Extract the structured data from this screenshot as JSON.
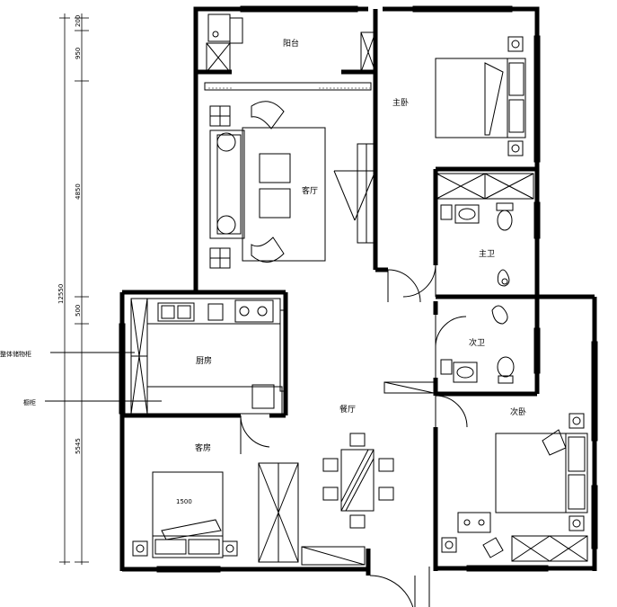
{
  "rooms": {
    "balcony": "阳台",
    "master_bedroom": "主卧",
    "living_room": "客厅",
    "master_bath": "主卫",
    "kitchen": "厨房",
    "second_bath": "次卫",
    "dining_room": "餐厅",
    "second_bedroom": "次卧",
    "guest_room": "客房"
  },
  "callouts": {
    "storage_cabinet": "整体储物柜",
    "cabinet": "橱柜"
  },
  "furniture_labels": {
    "bed_size": "1500"
  },
  "dimensions": {
    "dim_1": "200",
    "dim_2": "950",
    "dim_3": "4850",
    "dim_4": "500",
    "dim_5": "12550",
    "dim_6": "5545"
  }
}
